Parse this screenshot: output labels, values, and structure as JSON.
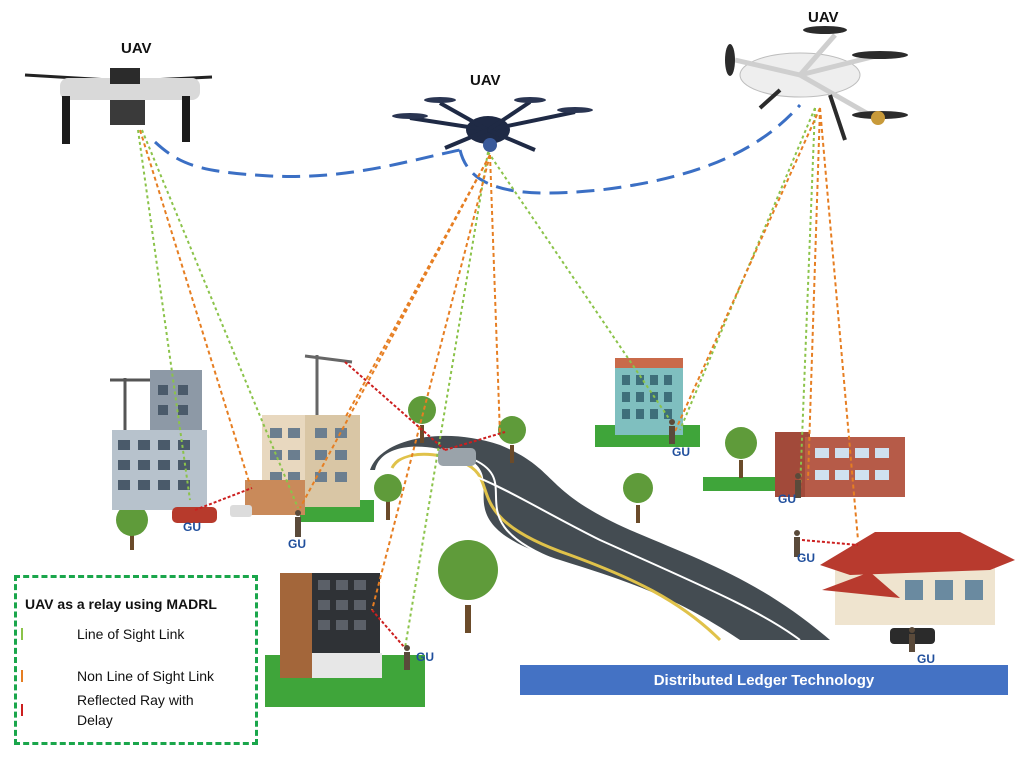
{
  "uav_labels": {
    "left": "UAV",
    "center": "UAV",
    "right": "UAV"
  },
  "gu_labels": {
    "gu1": "GU",
    "gu2": "GU",
    "gu3": "GU",
    "gu4": "GU",
    "gu5": "GU",
    "gu6": "GU",
    "gu7": "GU"
  },
  "legend": {
    "title": "UAV as a relay using MADRL",
    "items": [
      {
        "label": "Line of Sight Link",
        "color": "#8bc34a"
      },
      {
        "label": "Non Line of Sight Link",
        "color": "#e67e22"
      },
      {
        "label": "Reflected Ray with Delay",
        "color": "#cc1f1f"
      }
    ]
  },
  "banner": {
    "label": "Distributed Ledger Technology",
    "color": "#4472c4"
  },
  "colors": {
    "los": "#8bc34a",
    "nlos": "#e67e22",
    "reflected": "#cc1f1f",
    "uav_link": "#3b6fc4"
  }
}
